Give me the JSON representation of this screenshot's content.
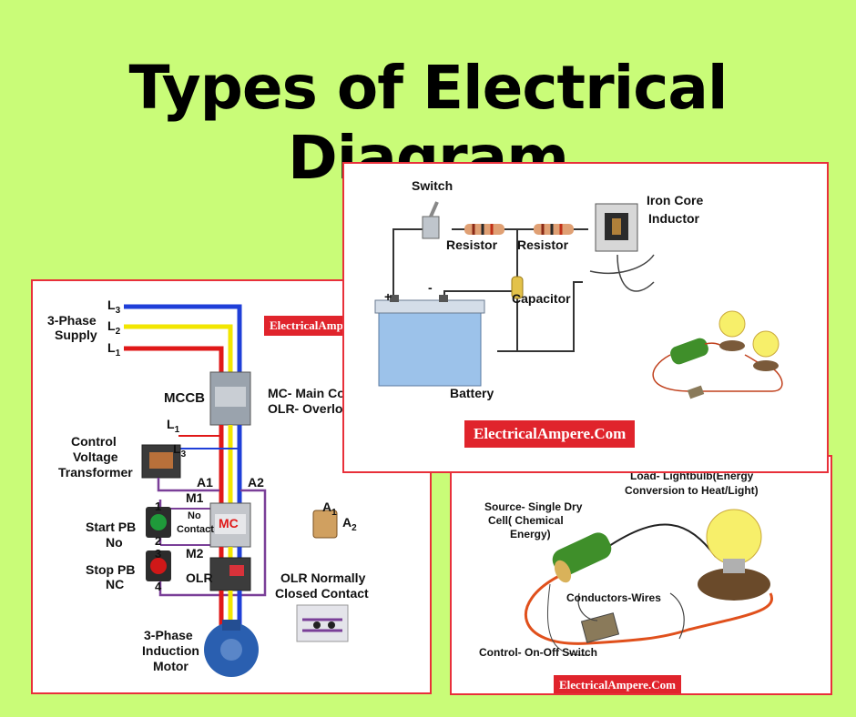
{
  "title": "Types of Electrical Diagram",
  "panel_control": {
    "watermark": "ElectricalAmpere.Com",
    "l3": "L",
    "l3_sub": "3",
    "l2": "L",
    "l2_sub": "2",
    "l1": "L",
    "l1_sub": "1",
    "supply_1": "3-Phase",
    "supply_2": "Supply",
    "mccb": "MCCB",
    "mc_line": "MC- Main Contactor",
    "olr_line": "OLR- Overload Relay",
    "ctrl_1": "Control",
    "ctrl_2": "Voltage",
    "ctrl_3": "Transformer",
    "t_l1": "L",
    "t_l1_sub": "1",
    "t_l3": "L",
    "t_l3_sub": "3",
    "a1": "A1",
    "a2": "A2",
    "m1": "M1",
    "m2": "M2",
    "n1": "1",
    "n2": "2",
    "n3": "3",
    "n4": "4",
    "no_contact_1": "No",
    "no_contact_2": "Contact",
    "mc": "MC",
    "start_1": "Start PB",
    "start_2": "No",
    "stop_1": "Stop PB",
    "stop_2": "NC",
    "olr": "OLR",
    "coil_a1": "A",
    "coil_a1_sub": "1",
    "coil_a2": "A",
    "coil_a2_sub": "2",
    "olr_nc_1": "OLR Normally",
    "olr_nc_2": "Closed Contact",
    "motor_1": "3-Phase",
    "motor_2": "Induction",
    "motor_3": "Motor"
  },
  "panel_circuit": {
    "switch": "Switch",
    "resistor_1": "Resistor",
    "resistor_2": "Resistor",
    "inductor_1": "Iron Core",
    "inductor_2": "Inductor",
    "capacitor": "Capacitor",
    "plus": "+",
    "minus": "-",
    "battery": "Battery",
    "watermark": "ElectricalAmpere.Com"
  },
  "panel_simple": {
    "load_1": "Load- Lightbulb(Energy",
    "load_2": "Conversion to Heat/Light)",
    "source_1": "Source- Single Dry",
    "source_2": "Cell( Chemical",
    "source_3": "Energy)",
    "conductors": "Conductors-Wires",
    "control": "Control- On-Off Switch",
    "watermark": "ElectricalAmpere.Com"
  },
  "colors": {
    "background": "#c9fc78",
    "panel_border": "#e8303a",
    "watermark_bg": "#e0242c",
    "wire_red": "#e01818",
    "wire_yellow": "#f2e600",
    "wire_blue": "#1f3fd8",
    "wire_purple": "#7a3f98",
    "wire_orange": "#e0501c"
  }
}
